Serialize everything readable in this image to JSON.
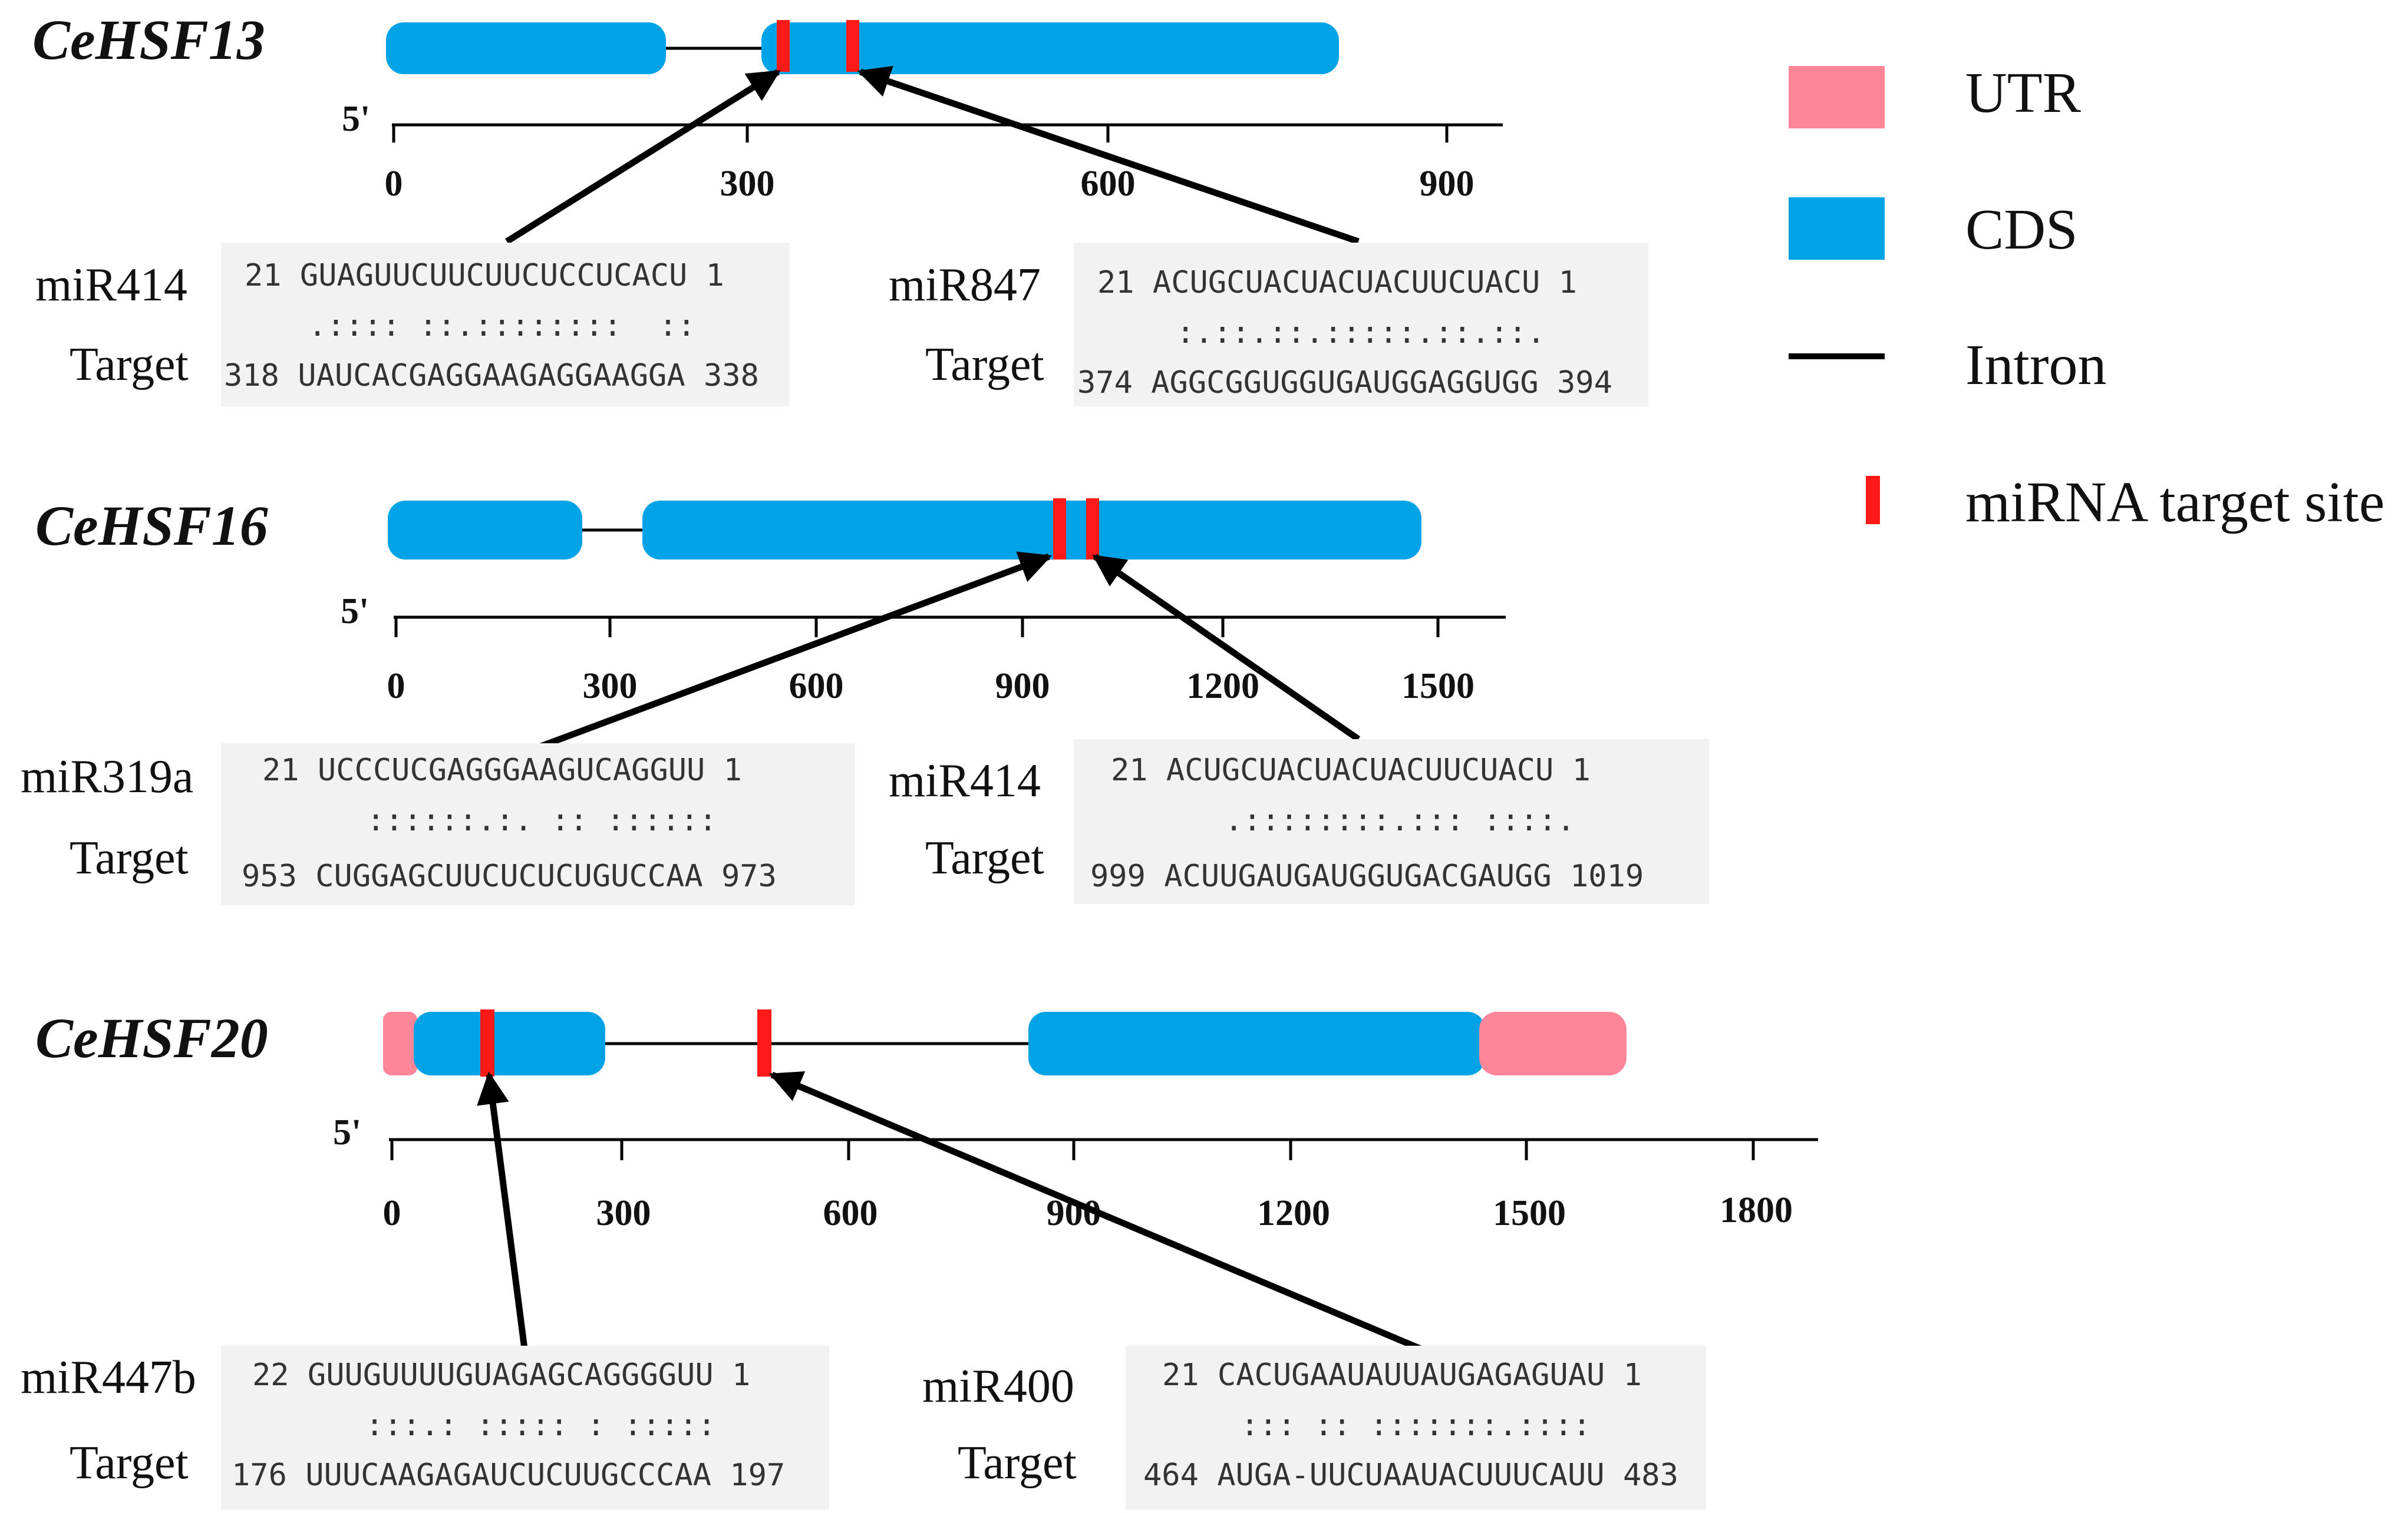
{
  "colors": {
    "utr": "#ff8599",
    "cds": "#00a3e6",
    "intron": "#000000",
    "target_site": "#ff1a1a",
    "box_bg": "#f2f2f2",
    "arrow": "#000000"
  },
  "legend": {
    "utr": "UTR",
    "cds": "CDS",
    "intron": "Intron",
    "target": "miRNA target site"
  },
  "five_prime": "5'",
  "genes": [
    {
      "name": "CeHSF13",
      "ticks": [
        "0",
        "300",
        "600",
        "900"
      ],
      "alignments": [
        {
          "mirna": "miR414",
          "target_label": "Target",
          "top": "21 GUAGUUCUUCUUCUCCUCACU 1",
          "match": ".:::: ::.::::::::  ::",
          "bottom": "318 UAUCACGAGGAAGAGGAAGGA 338"
        },
        {
          "mirna": "miR847",
          "target_label": "Target",
          "top": "21 ACUGCUACUACUACUUCUACU 1",
          "match": ":.::.::.:::::.::.::.",
          "bottom": "374 AGGCGGUGGUGAUGGAGGUGG 394"
        }
      ]
    },
    {
      "name": "CeHSF16",
      "ticks": [
        "0",
        "300",
        "600",
        "900",
        "1200",
        "1500"
      ],
      "alignments": [
        {
          "mirna": "miR319a",
          "target_label": "Target",
          "top": "21 UCCCUCGAGGGAAGUCAGGUU 1",
          "match": "::::::.:. :: ::::::",
          "bottom": "953 CUGGAGCUUCUCUCUGUCCAA 973"
        },
        {
          "mirna": "miR414",
          "target_label": "Target",
          "top": "21 ACUGCUACUACUACUUCUACU 1",
          "match": ".::::::::.::: ::::.",
          "bottom": "999 ACUUGAUGAUGGUGACGAUGG 1019"
        }
      ]
    },
    {
      "name": "CeHSF20",
      "ticks": [
        "0",
        "300",
        "600",
        "900",
        "1200",
        "1500",
        "1800"
      ],
      "alignments": [
        {
          "mirna": "miR447b",
          "target_label": "Target",
          "top": "22 GUUGUUUUGUAGAGCAGGGGUU 1",
          "match": ":::.: ::::: : :::::",
          "bottom": "176 UUUCAAGAGAUCUCUUGCCCAA 197"
        },
        {
          "mirna": "miR400",
          "target_label": "Target",
          "top": "21 CACUGAAUAUUAUGAGAGUAU 1",
          "match": "::: :: :::::::.::::",
          "bottom": "464 AUGA-UUCUAAUACUUUCAUU 483"
        }
      ]
    }
  ]
}
